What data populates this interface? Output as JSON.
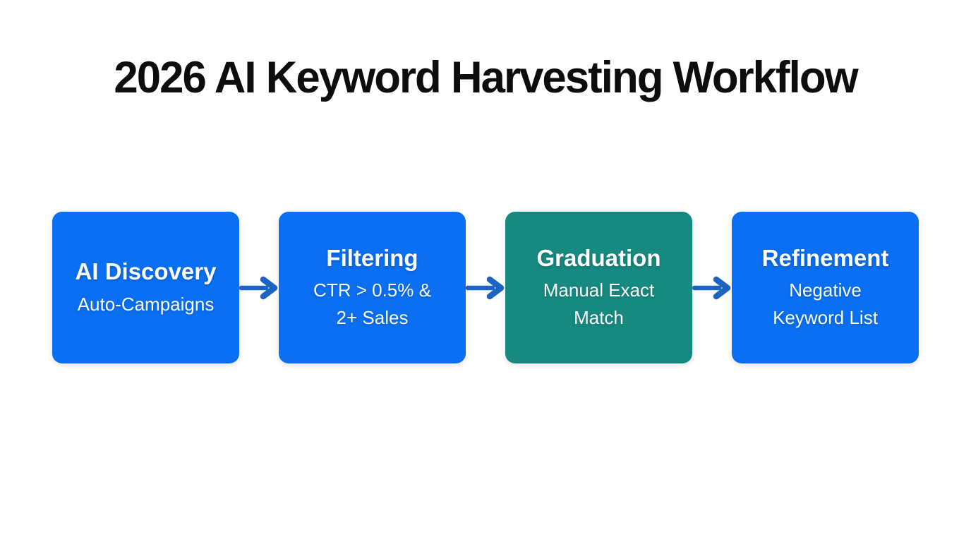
{
  "title": "2026 AI Keyword Harvesting Workflow",
  "colors": {
    "background": "#ffffff",
    "title_text": "#0d0d0d",
    "box_text": "#ffffff",
    "box_blue": "#0a6ff2",
    "box_teal": "#168a80",
    "arrow": "#1d64c2"
  },
  "steps": [
    {
      "heading": "AI Discovery",
      "sub_lines": [
        "Auto-Campaigns"
      ],
      "accent": "blue"
    },
    {
      "heading": "Filtering",
      "sub_lines": [
        "CTR > 0.5% &",
        "2+ Sales"
      ],
      "accent": "blue"
    },
    {
      "heading": "Graduation",
      "sub_lines": [
        "Manual Exact",
        "Match"
      ],
      "accent": "teal"
    },
    {
      "heading": "Refinement",
      "sub_lines": [
        "Negative",
        "Keyword List"
      ],
      "accent": "blue"
    }
  ]
}
